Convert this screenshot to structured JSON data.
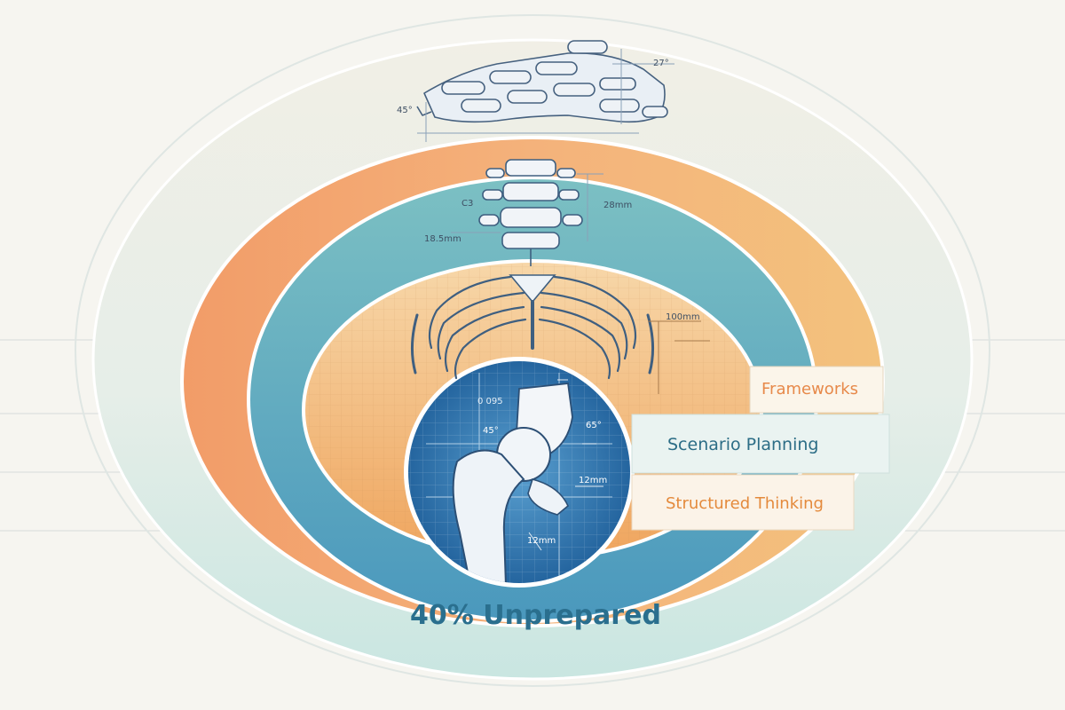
{
  "labels": {
    "frameworks": "Frameworks",
    "scenario_planning": "Scenario Planning",
    "structured_thinking": "Structured Thinking",
    "unprepared": "40% Unprepared"
  },
  "annotations": {
    "hand_angle_left": "45°",
    "hand_angle_right": "27°",
    "spine_level": "C3",
    "spine_height": "28mm",
    "spine_width": "18.5mm",
    "rib_width": "100mm",
    "hip_small": "0 095",
    "hip_angle_left": "45°",
    "hip_angle_right": "65°",
    "hip_gap": "12mm",
    "hip_bottom": "12mm"
  },
  "colors": {
    "background": "#f6f5f0",
    "outer_ring": "#d7ebe6",
    "orange": "#f2a66a",
    "teal": "#6fb6c0",
    "blueprint": "#2f6fa8",
    "frameworks_text": "#e7894a",
    "scenario_text": "#2c6d86",
    "structured_text": "#e48a3c",
    "unprepared_text": "#2a6f8e"
  }
}
